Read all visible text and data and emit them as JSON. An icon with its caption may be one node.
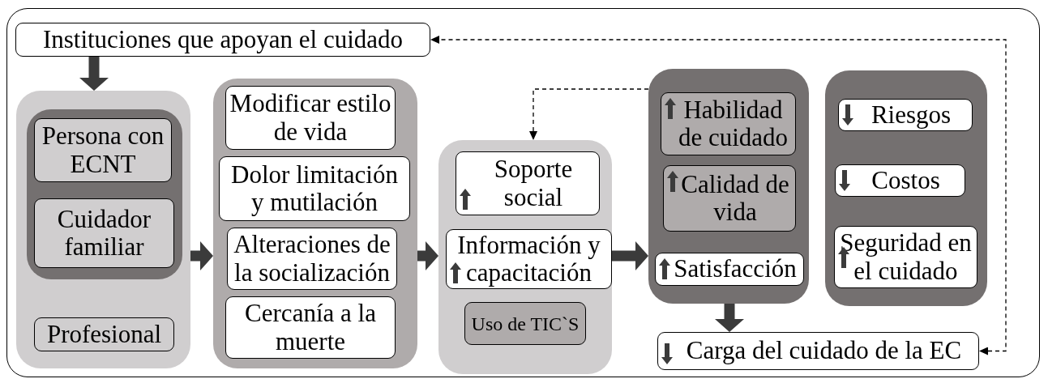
{
  "diagram": {
    "nodes": [
      {
        "text": [
          "Instituciones que apoyan el cuidado"
        ]
      },
      {
        "text": [],
        "shape": "box"
      },
      {
        "text": [],
        "shape": "box",
        "in": 1
      },
      {
        "text": [
          "Persona con ECNT"
        ],
        "in": 2
      },
      {
        "text": [
          "Cuidador familiar"
        ],
        "in": 2
      },
      {
        "text": [
          "Profesional"
        ],
        "in": 1
      },
      {
        "text": [],
        "shape": "box"
      },
      {
        "text": [
          "Modificar estilo de vida"
        ],
        "in": 6
      },
      {
        "text": [
          "Dolor limitación y mutilación"
        ],
        "in": 6
      },
      {
        "text": [
          "Alteraciones de la socialización"
        ],
        "in": 6
      },
      {
        "text": [
          "Cercanía a la muerte"
        ],
        "in": 6
      },
      {
        "text": [],
        "shape": "box"
      },
      {
        "text": [
          "Soporte social"
        ],
        "in": 11
      },
      {
        "text": [
          "Información y capacitación"
        ],
        "in": 11
      },
      {
        "text": [
          "Uso de TIC`S"
        ],
        "in": 11
      },
      {
        "text": [],
        "shape": "box"
      },
      {
        "text": [
          "Habilidad de cuidado"
        ],
        "in": 15
      },
      {
        "text": [
          "Calidad de vida"
        ],
        "in": 15
      },
      {
        "text": [
          "Satisfacción"
        ],
        "in": 15
      },
      {
        "text": [],
        "shape": "box"
      },
      {
        "text": [
          "Riesgos"
        ],
        "in": 19
      },
      {
        "text": [
          "Costos"
        ],
        "in": 19
      },
      {
        "text": [
          "Seguridad en el cuidado"
        ],
        "in": 19
      },
      {
        "text": [
          "Carga del cuidado de la EC"
        ]
      }
    ],
    "edges": [
      {
        "from": 0,
        "to": 1,
        "arrow": "to"
      },
      {
        "from": 1,
        "to": 6,
        "arrow": "to"
      },
      {
        "from": 6,
        "to": 11,
        "arrow": "to"
      },
      {
        "from": 11,
        "to": 15,
        "arrow": "to"
      },
      {
        "from": 15,
        "to": 23,
        "arrow": "to"
      },
      {
        "from": 23,
        "to": 0,
        "arrow": "both",
        "style": "dashed"
      },
      {
        "from": 15,
        "to": 11,
        "arrow": "to",
        "style": "dashed"
      }
    ]
  }
}
